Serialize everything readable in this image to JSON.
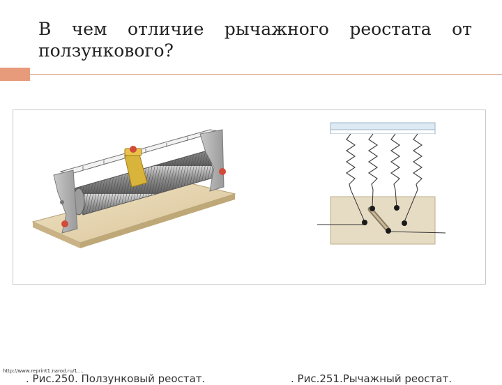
{
  "slide": {
    "title": "В чем отличие рычажного реостата от ползункового?",
    "accent_color": "#e89b7b"
  },
  "figures": {
    "left_caption": ". Рис.250. Ползунковый реостат.",
    "right_caption": ". Рис.251.Рычажный  реостат."
  },
  "footer": {
    "link_text": "http://www.reprint1.narod.ru/1...."
  }
}
